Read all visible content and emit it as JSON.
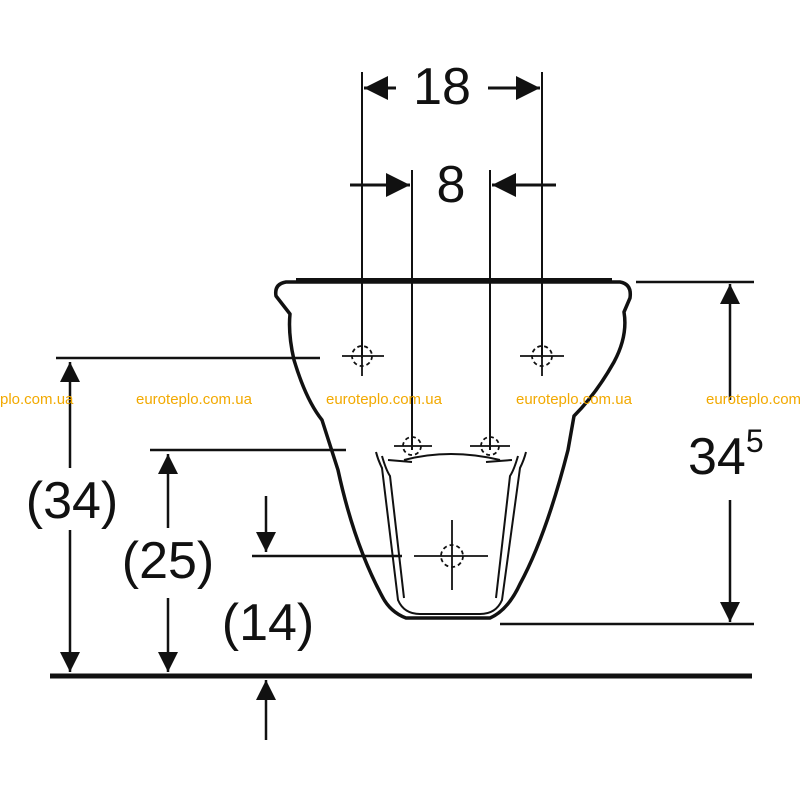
{
  "dimensions": {
    "outer_spacing": "18",
    "inner_spacing": "8",
    "total_height_main": "34",
    "total_height_sup": "5",
    "upper_fixing_height": "(34)",
    "lower_fixing_height": "(25)",
    "connection_height": "(14)"
  },
  "watermark": {
    "text_1": "plo.com.ua",
    "text_2": "euroteplo.com.ua",
    "text_3": "euroteplo.com.ua",
    "text_4": "euroteplo.com.ua",
    "text_5": "euroteplo.com.ua",
    "color": "#f2a900"
  },
  "colors": {
    "line": "#111111",
    "background": "#ffffff"
  }
}
